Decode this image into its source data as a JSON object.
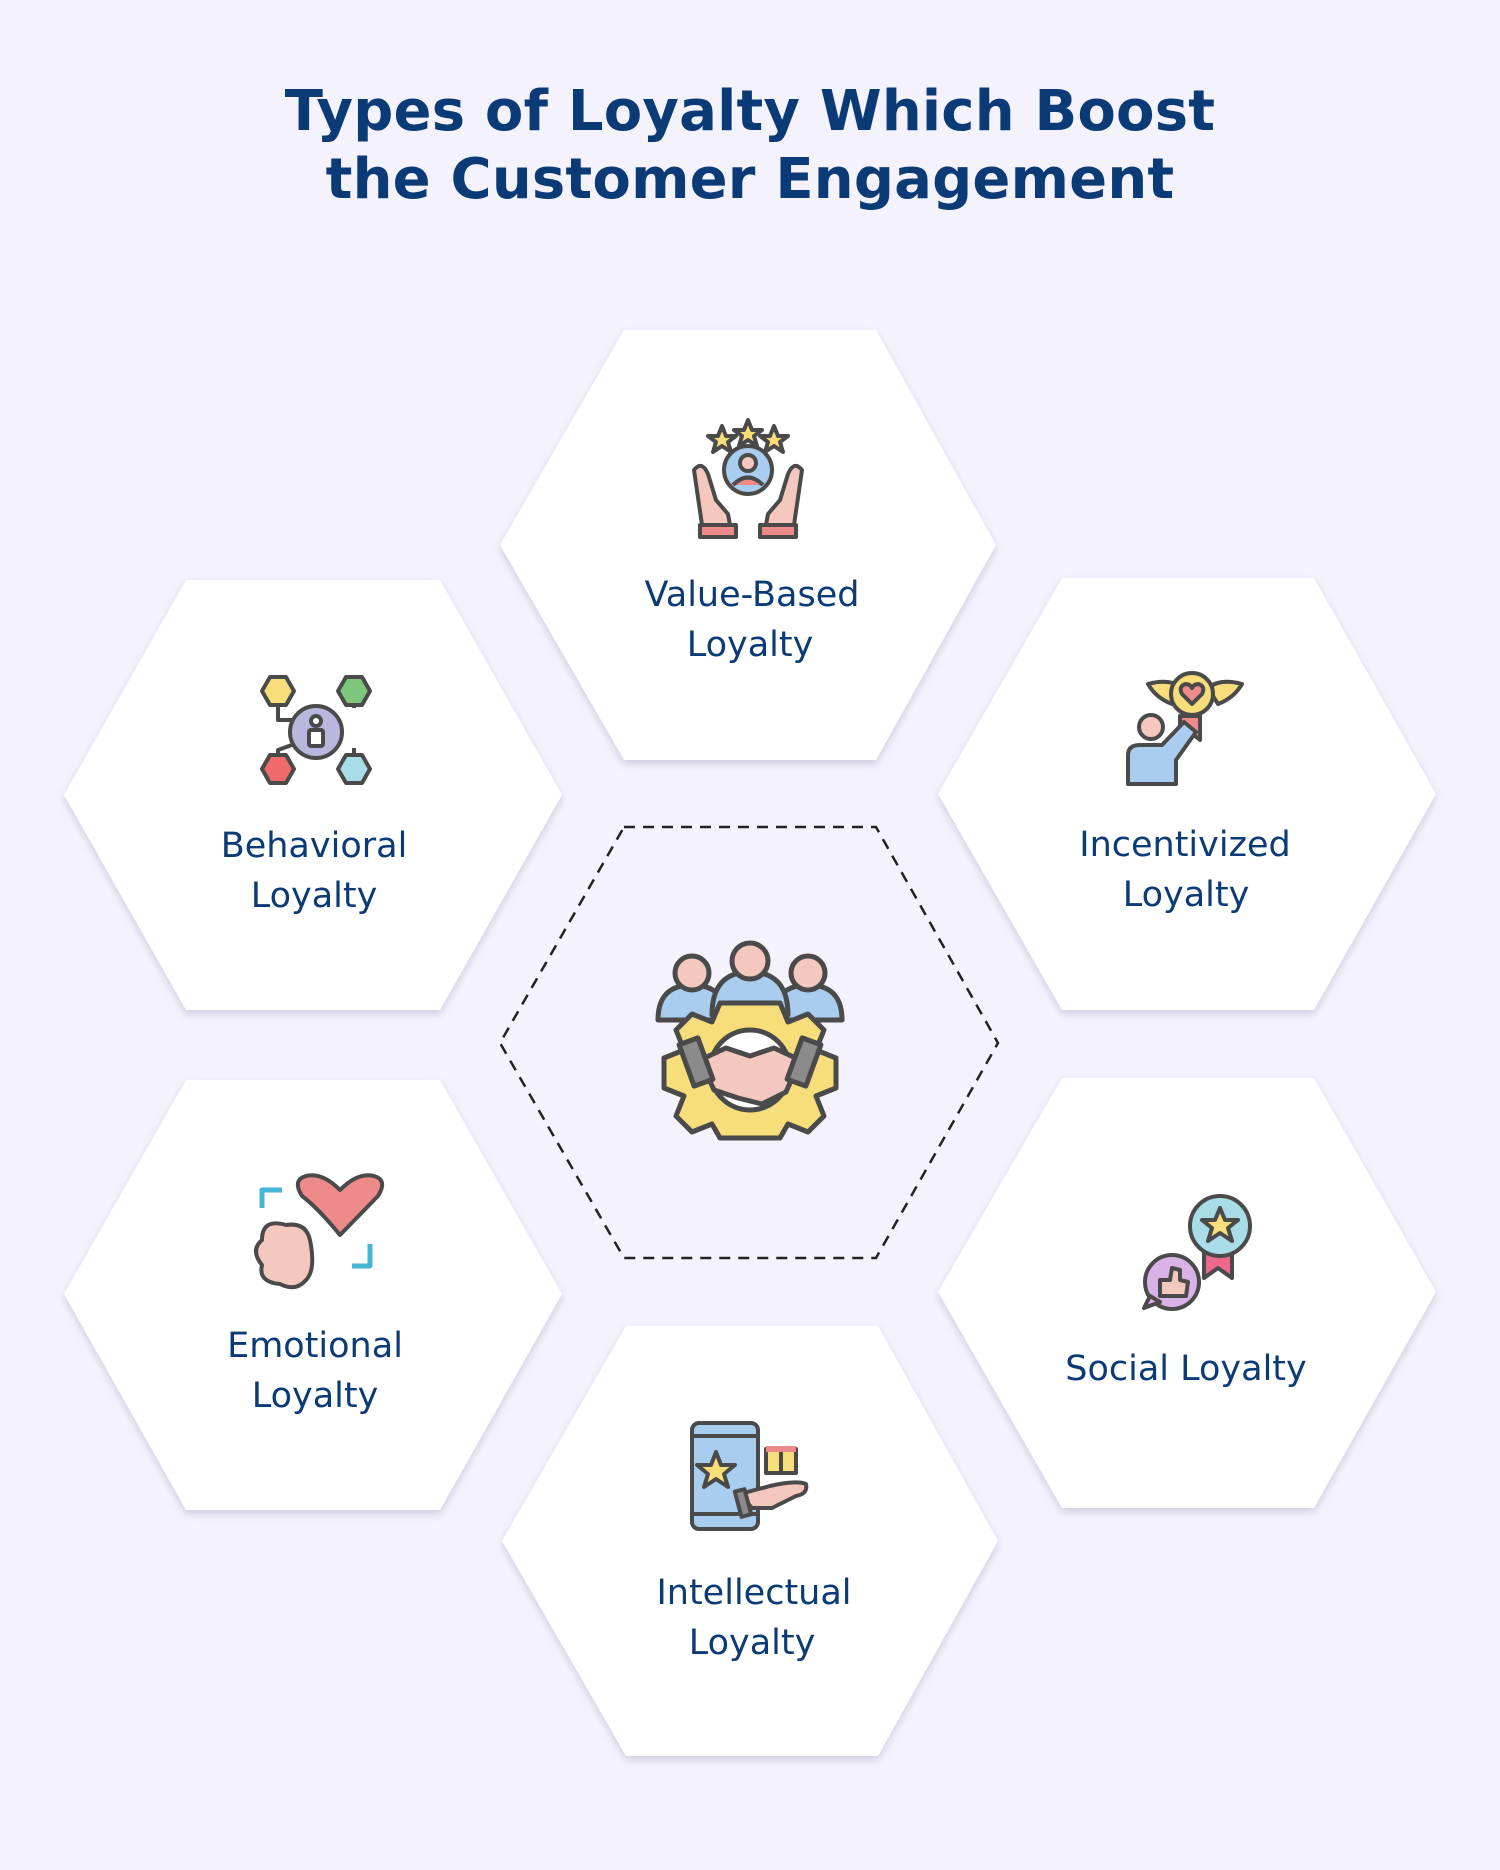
{
  "header": {
    "title_line1": "Types of Loyalty Which Boost",
    "title_line2": "the Customer Engagement"
  },
  "center": {
    "icon": "teamwork-handshake-gear-icon"
  },
  "loyalty_types": [
    {
      "id": "value-based",
      "icon": "hands-stars-user-icon",
      "line1": "Value-Based",
      "line2": "Loyalty"
    },
    {
      "id": "behavioral",
      "icon": "user-network-icon",
      "line1": "Behavioral",
      "line2": "Loyalty"
    },
    {
      "id": "incentivized",
      "icon": "user-winged-badge-icon",
      "line1": "Incentivized",
      "line2": "Loyalty"
    },
    {
      "id": "emotional",
      "icon": "brain-heart-icon",
      "line1": "Emotional",
      "line2": "Loyalty"
    },
    {
      "id": "social",
      "icon": "thumbs-up-star-badge-icon",
      "line1": "Social Loyalty",
      "line2": ""
    },
    {
      "id": "intellectual",
      "icon": "phone-star-gift-icon",
      "line1": "Intellectual",
      "line2": "Loyalty"
    }
  ],
  "colors": {
    "background": "#f4f2fd",
    "title": "#0b3b77",
    "hexagon": "#ffffff",
    "dashed_outline": "#222222"
  }
}
